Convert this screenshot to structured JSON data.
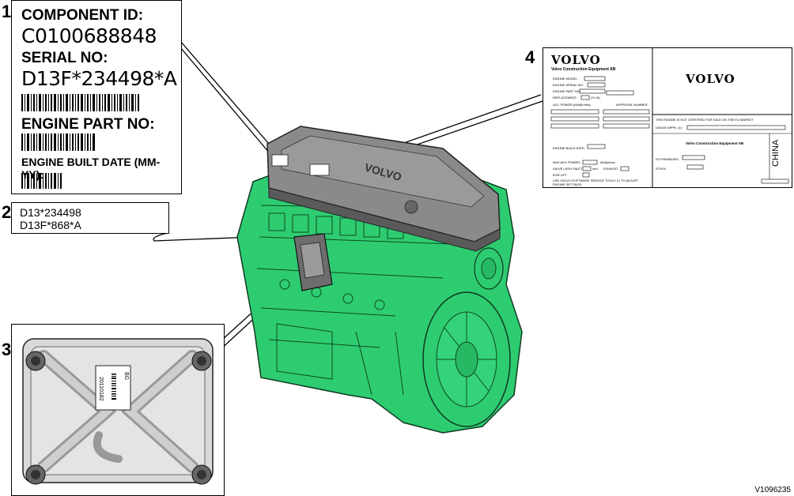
{
  "callouts": {
    "one": "1",
    "two": "2",
    "three": "3",
    "four": "4"
  },
  "label1": {
    "component_id_label": "COMPONENT ID:",
    "component_id": "C0100688848",
    "serial_no_label": "SERIAL NO:",
    "serial_no": "D13F*234498*A",
    "engine_part_no_label": "ENGINE PART NO:",
    "engine_built_date_label": "ENGINE BUILT DATE (MM-YY):"
  },
  "label2": {
    "line1": "D13*234498",
    "line2": "D13F*868*A"
  },
  "label4": {
    "brand_left": "VOLVO",
    "brand_sub": "Volvo Construction Equipment AB",
    "brand_right": "VOLVO",
    "engine_model": "ENGINE MODEL:",
    "engine_serial": "ENGINE SERIAL NO:",
    "engine_part": "ENGINE PART NO:",
    "replacement": "REPLACEMENT:",
    "replacement_unit": "(Y/=N)",
    "adj_power": "ADJ. POWER (kW@r/min):",
    "approval": "APPROVAL NUMBER:",
    "build_date": "ENGINE BUILD DATE:",
    "certified": "THIS ENGINE IS NOT CERTIFIED FOR SALE ON THE EU MARKET",
    "usage_appr": "USAGE APPR. (1):",
    "max_adv": "MAX ADV POWER:",
    "max_adv_unit": "kW@r/min",
    "valve_lash": "VALVE LASH: INLET",
    "valve_unit_mm": "mm",
    "exhaust": "EXHAUST",
    "egr_lift": "EGR LIFT",
    "software_note": "USE VOLVO SOFTWARE SERVICE TOOLS (*) TO ADJUST ENGINE SETTINGS",
    "vce_ab": "Volvo Construction Equipment AB",
    "gothenburg": "GOTHENBURG:",
    "sweden": "STHOL:",
    "china": "CHINA"
  },
  "ecu": {
    "barcode_text": "20110182",
    "code": "BG"
  },
  "figure_ref": "V1096235",
  "colors": {
    "engine_green": "#2ecc71",
    "engine_green_dark": "#1e8c4a",
    "cover_gray": "#8a8a8a",
    "cover_dark": "#555555",
    "ecu_plate": "#d9d9d9"
  }
}
